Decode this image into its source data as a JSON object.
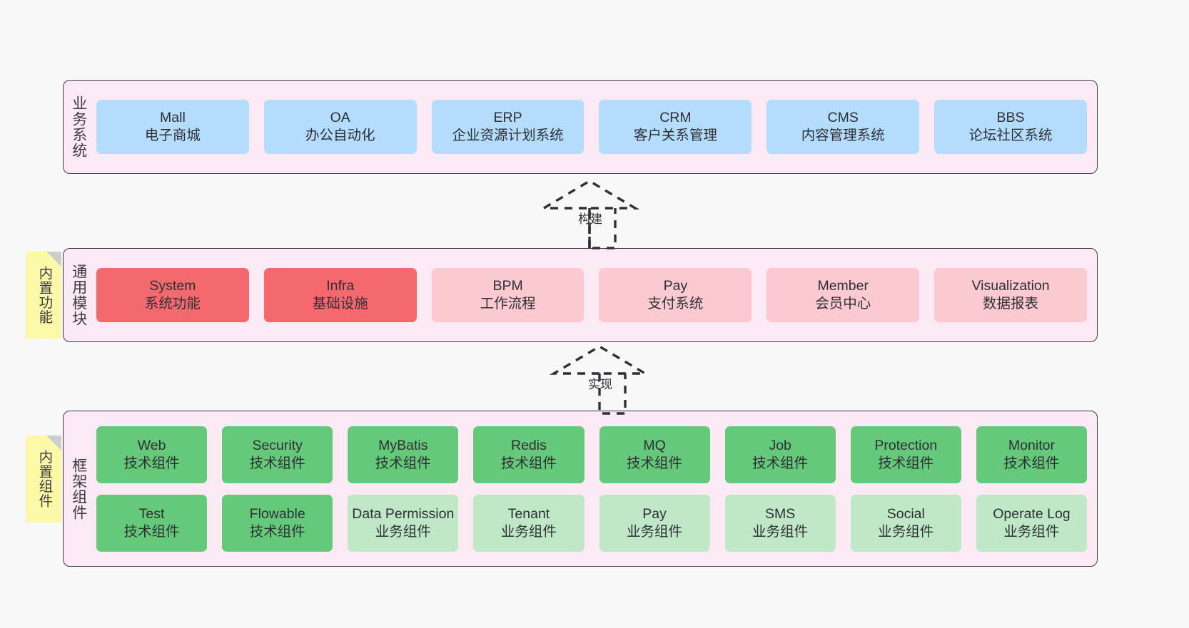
{
  "diagram": {
    "layers": [
      {
        "id": "business",
        "title": "业务系统",
        "rows": [
          {
            "cards": [
              {
                "en": "Mall",
                "cn": "电子商城",
                "fill": "blue"
              },
              {
                "en": "OA",
                "cn": "办公自动化",
                "fill": "blue"
              },
              {
                "en": "ERP",
                "cn": "企业资源计划系统",
                "fill": "blue"
              },
              {
                "en": "CRM",
                "cn": "客户关系管理",
                "fill": "blue"
              },
              {
                "en": "CMS",
                "cn": "内容管理系统",
                "fill": "blue"
              },
              {
                "en": "BBS",
                "cn": "论坛社区系统",
                "fill": "blue"
              }
            ]
          }
        ]
      },
      {
        "id": "common",
        "title": "通用模块",
        "note": "内置功能",
        "rows": [
          {
            "cards": [
              {
                "en": "System",
                "cn": "系统功能",
                "fill": "red"
              },
              {
                "en": "Infra",
                "cn": "基础设施",
                "fill": "red"
              },
              {
                "en": "BPM",
                "cn": "工作流程",
                "fill": "pink"
              },
              {
                "en": "Pay",
                "cn": "支付系统",
                "fill": "pink"
              },
              {
                "en": "Member",
                "cn": "会员中心",
                "fill": "pink"
              },
              {
                "en": "Visualization",
                "cn": "数据报表",
                "fill": "pink"
              }
            ]
          }
        ]
      },
      {
        "id": "framework",
        "title": "框架组件",
        "note": "内置组件",
        "rows": [
          {
            "cards": [
              {
                "en": "Web",
                "cn": "技术组件",
                "fill": "green"
              },
              {
                "en": "Security",
                "cn": "技术组件",
                "fill": "green"
              },
              {
                "en": "MyBatis",
                "cn": "技术组件",
                "fill": "green"
              },
              {
                "en": "Redis",
                "cn": "技术组件",
                "fill": "green"
              },
              {
                "en": "MQ",
                "cn": "技术组件",
                "fill": "green"
              },
              {
                "en": "Job",
                "cn": "技术组件",
                "fill": "green"
              },
              {
                "en": "Protection",
                "cn": "技术组件",
                "fill": "green"
              },
              {
                "en": "Monitor",
                "cn": "技术组件",
                "fill": "green"
              }
            ]
          },
          {
            "cards": [
              {
                "en": "Test",
                "cn": "技术组件",
                "fill": "green"
              },
              {
                "en": "Flowable",
                "cn": "技术组件",
                "fill": "green"
              },
              {
                "en": "Data Permission",
                "cn": "业务组件",
                "fill": "green-light"
              },
              {
                "en": "Tenant",
                "cn": "业务组件",
                "fill": "green-light"
              },
              {
                "en": "Pay",
                "cn": "业务组件",
                "fill": "green-light"
              },
              {
                "en": "SMS",
                "cn": "业务组件",
                "fill": "green-light"
              },
              {
                "en": "Social",
                "cn": "业务组件",
                "fill": "green-light"
              },
              {
                "en": "Operate Log",
                "cn": "业务组件",
                "fill": "green-light"
              }
            ]
          }
        ]
      }
    ],
    "connectors": [
      {
        "id": "build",
        "label": "构建"
      },
      {
        "id": "implement",
        "label": "实现"
      }
    ],
    "colors": {
      "background": "#f8f8f8",
      "layer_fill": "#fbeaf4",
      "layer_border": "#3a3a42",
      "note_fill": "#fbf9a7",
      "note_fold": "#cdcdcd",
      "blue": "#b3ddfb",
      "red": "#f4696e",
      "pink": "#fbc9d0",
      "green": "#64ca79",
      "green_light": "#bfe8c7",
      "connector_stroke": "#2f2f36"
    }
  }
}
